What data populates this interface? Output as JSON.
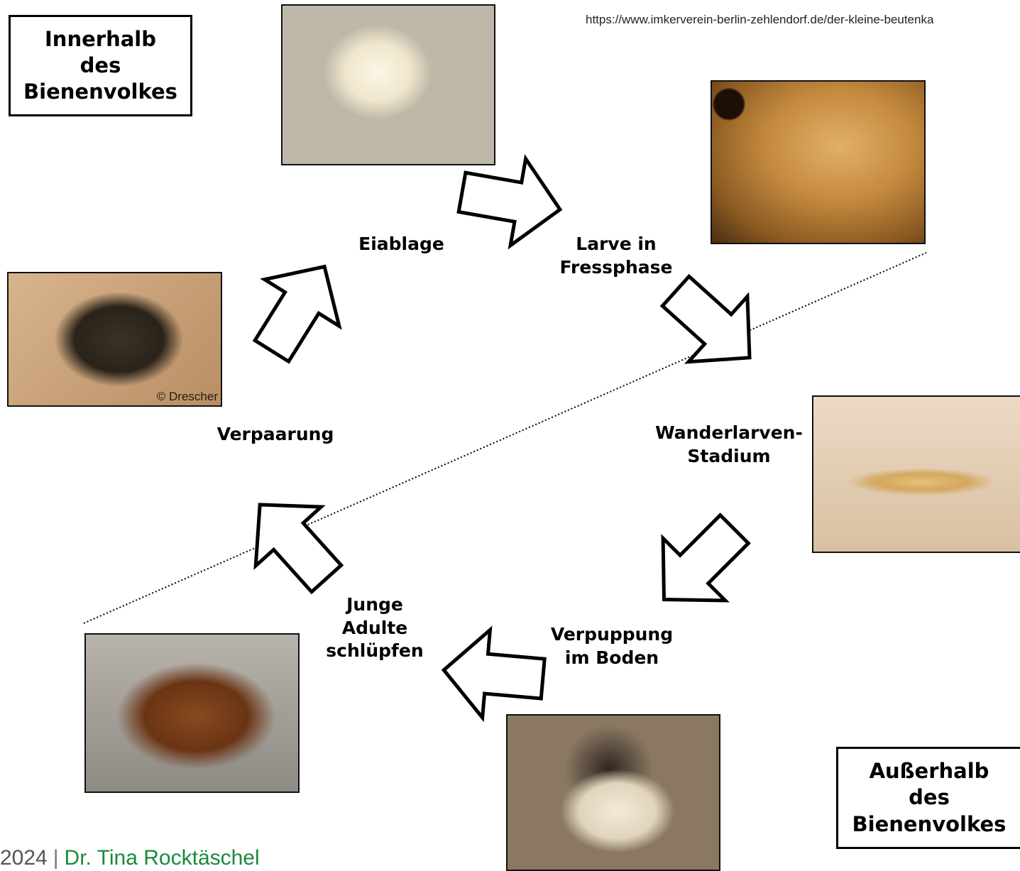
{
  "source_url": "https://www.imkerverein-berlin-zehlendorf.de/der-kleine-beutenka",
  "inside_box": [
    "Innerhalb",
    "des",
    "Bienenvolkes"
  ],
  "outside_box": [
    "Außerhalb",
    "des",
    "Bienenvolkes"
  ],
  "stages": {
    "eiablage": [
      "Eiablage"
    ],
    "larve": [
      "Larve in",
      "Fressphase"
    ],
    "wanderlarve": [
      "Wanderlarven-",
      "Stadium"
    ],
    "verpuppung": [
      "Verpuppung",
      "im Boden"
    ],
    "junge_adulte": [
      "Junge",
      "Adulte",
      "schlüpfen"
    ],
    "verpaarung": [
      "Verpaarung"
    ]
  },
  "photo_credit": "© Drescher",
  "footer": {
    "year": "2024",
    "separator": "|",
    "author": "Dr. Tina Rocktäschel"
  },
  "colors": {
    "author": "#1a8a3a",
    "arrow_fill": "#ffffff",
    "arrow_stroke": "#000000"
  }
}
